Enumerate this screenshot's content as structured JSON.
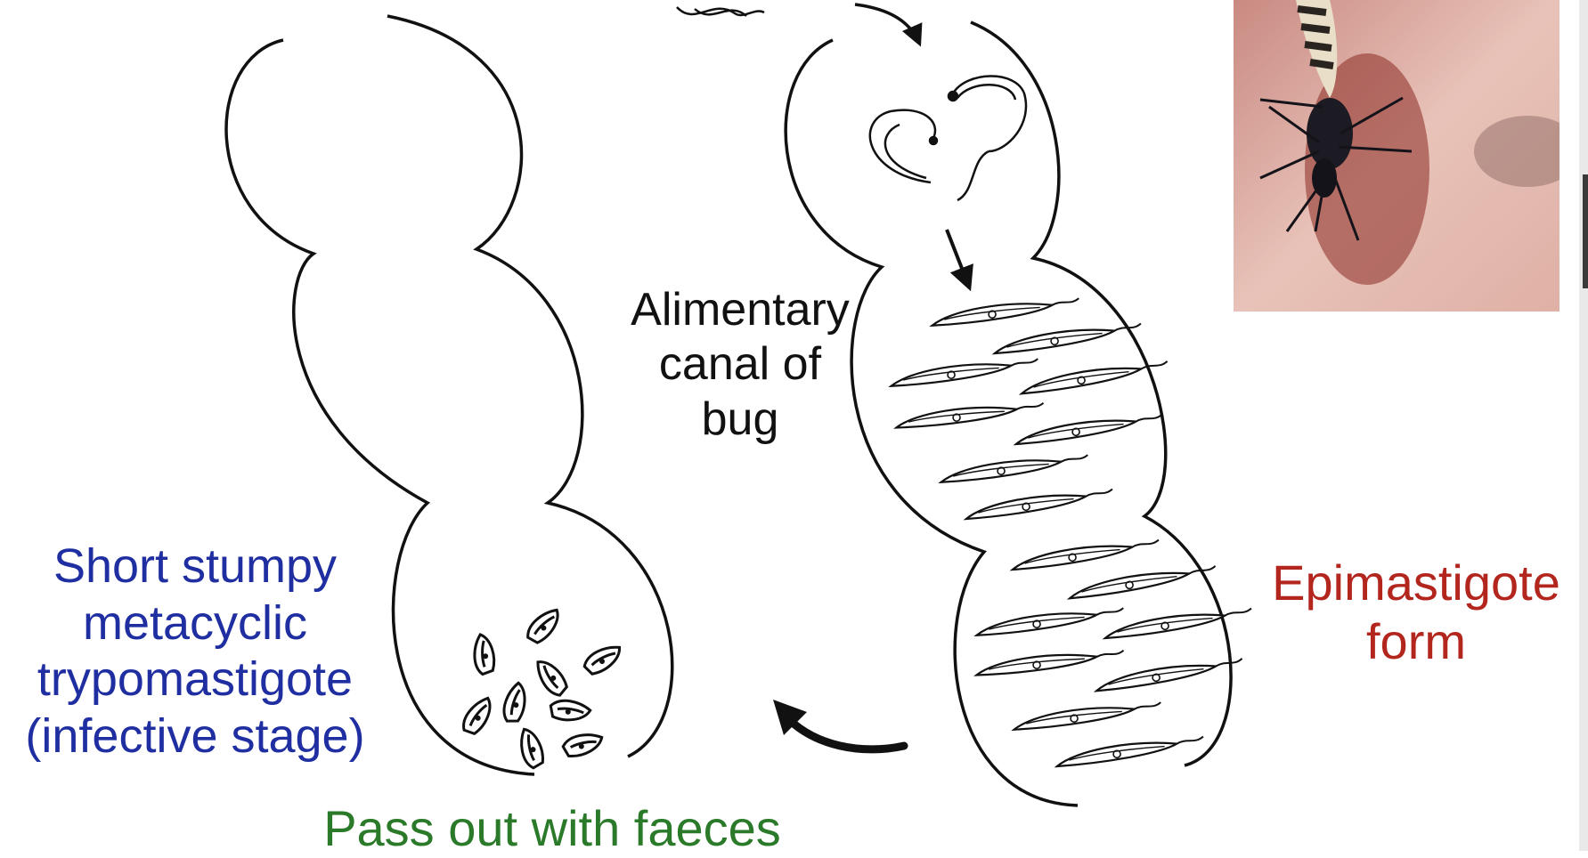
{
  "diagram": {
    "canal_label": [
      "Alimentary",
      "canal of",
      "bug"
    ],
    "metacyclic_label": [
      "Short stumpy",
      "metacyclic",
      "trypomastigote",
      "(infective stage)"
    ],
    "epimastigote_label": [
      "Epimastigote",
      "form"
    ],
    "faeces_label": "Pass out with faeces",
    "colors": {
      "metacyclic_text": "#1f2ea0",
      "epimastigote_text": "#b3261e",
      "faeces_text": "#2a7a2a",
      "line": "#111111"
    }
  }
}
